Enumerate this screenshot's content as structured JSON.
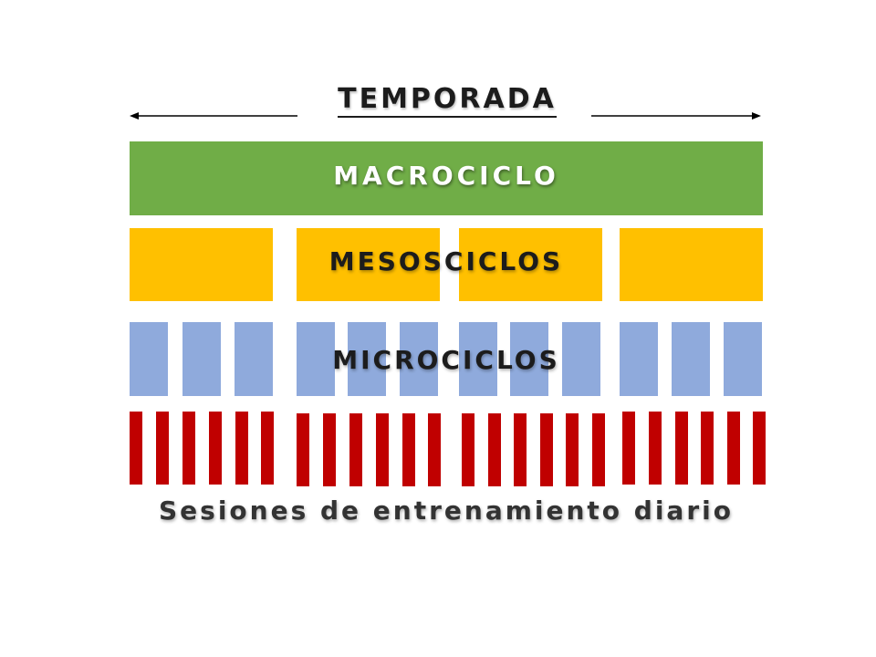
{
  "title": "TEMPORADA",
  "levels": {
    "macro": "MACROCICLO",
    "meso": "MESOSCICLOS",
    "micro": "MICROCICLOS",
    "sessions": "Sesiones de entrenamiento diario"
  },
  "counts": {
    "macrocycles": 1,
    "mesocycles": 4,
    "microcycles": 12,
    "sessions": 24
  },
  "colors": {
    "macro": "#70ad47",
    "meso": "#ffc000",
    "micro": "#8faadc",
    "sessions": "#c00000"
  }
}
